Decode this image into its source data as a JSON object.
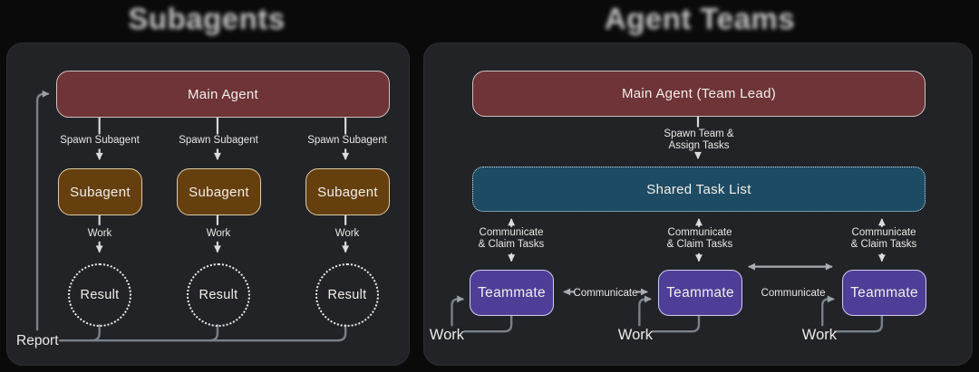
{
  "titles": {
    "left": "Subagents",
    "right": "Agent Teams"
  },
  "left_panel": {
    "main_agent": "Main Agent",
    "spawn_label": "Spawn Subagent",
    "subagents": [
      "Subagent",
      "Subagent",
      "Subagent"
    ],
    "work_label": "Work",
    "results": [
      "Result",
      "Result",
      "Result"
    ],
    "report_label": "Report"
  },
  "right_panel": {
    "main_agent": "Main Agent (Team Lead)",
    "spawn_label_line1": "Spawn Team &",
    "spawn_label_line2": "Assign Tasks",
    "shared_task_list": "Shared Task List",
    "claim_label_line1": "Communicate",
    "claim_label_line2": "& Claim Tasks",
    "teammates": [
      "Teammate",
      "Teammate",
      "Teammate"
    ],
    "communicate_label_1": "Communicate",
    "communicate_label_2": "Communicate",
    "work_label": "Work"
  },
  "colors": {
    "page_background": "#0a0a0b",
    "panel_background": "#212327",
    "main_agent_fill": "#6e3437",
    "subagent_fill": "#653f0e",
    "shared_task_list_fill": "#1e4b64",
    "teammate_fill": "#4e3e97",
    "arrow_light": "#d8d8d8",
    "arrow_mid": "#aab0b5",
    "loop_line": "#79818a",
    "text": "#f3eeea",
    "title_text": "#d3d3d3"
  }
}
